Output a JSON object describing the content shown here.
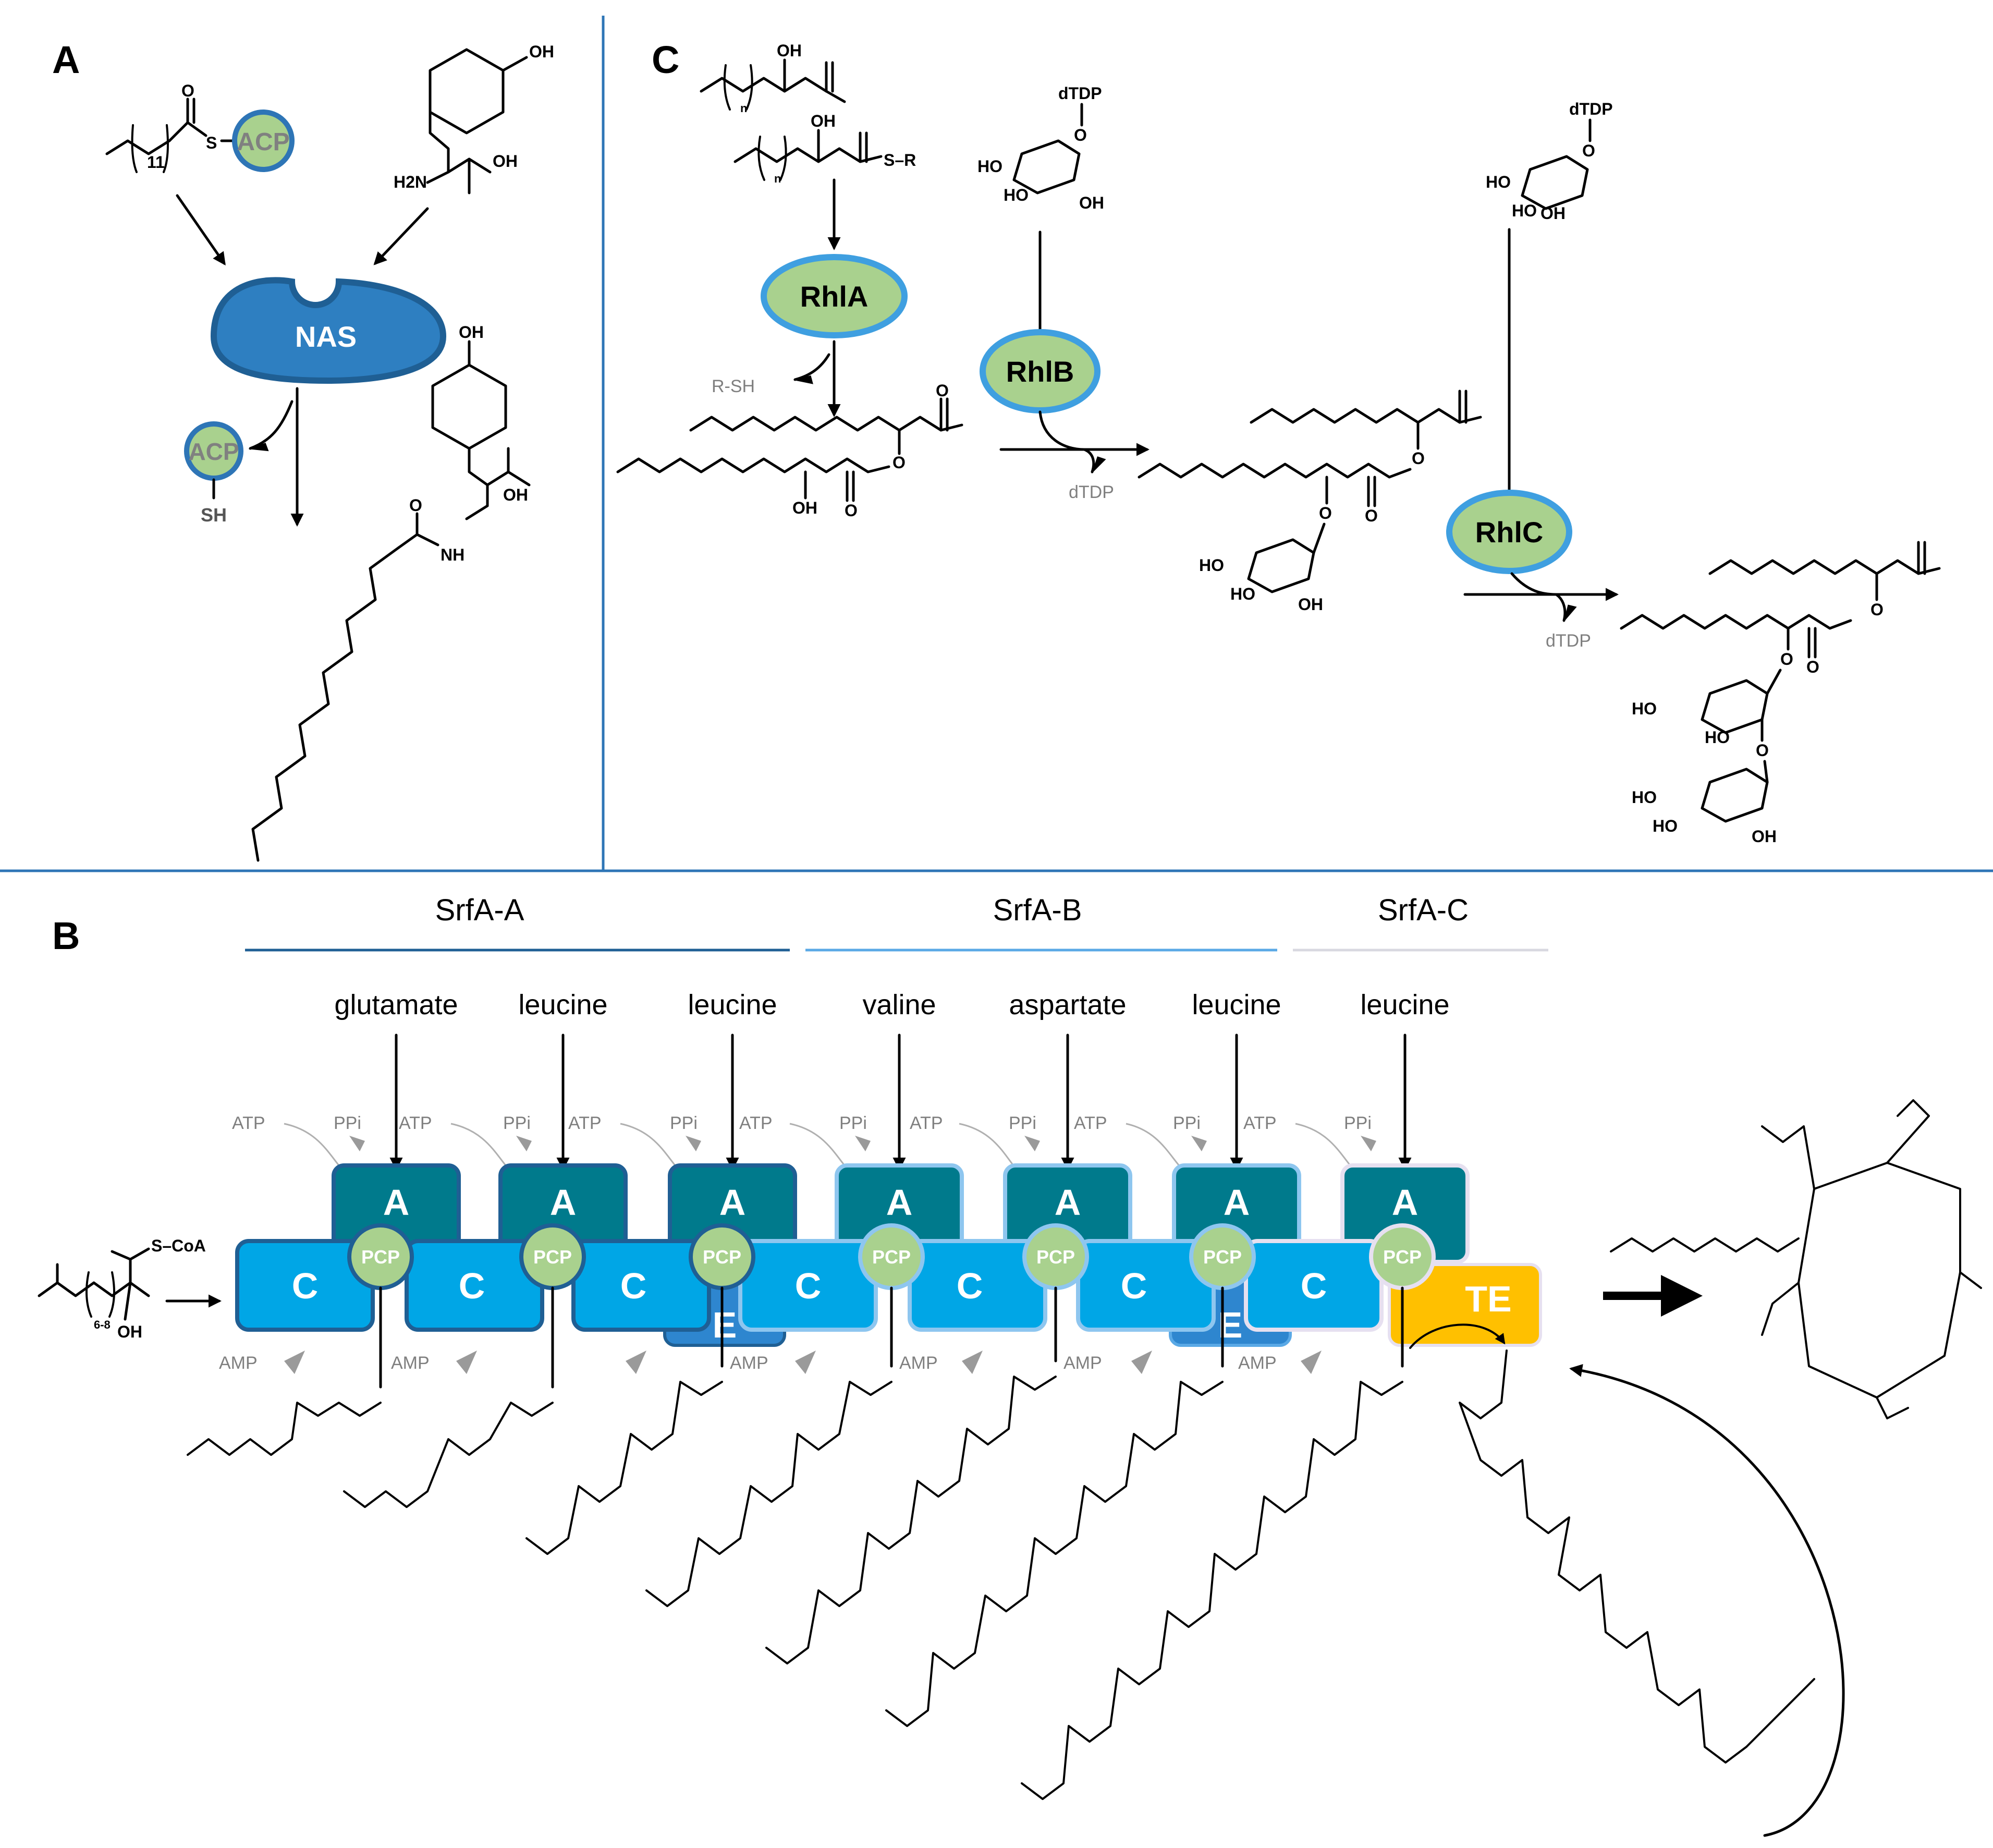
{
  "panels": {
    "A": {
      "label": "A",
      "enzyme": "NAS",
      "carrier": "ACP",
      "carrier_thiol": "SH",
      "atoms": {
        "s": "S",
        "h2n": "H2N",
        "oh": "OH",
        "cooh": "OH",
        "nh": "NH",
        "o": "O",
        "sub11": "11"
      }
    },
    "B": {
      "label": "B",
      "modules": [
        "SrfA-A",
        "SrfA-B",
        "SrfA-C"
      ],
      "amino_acids": [
        "glutamate",
        "leucine",
        "leucine",
        "valine",
        "aspartate",
        "leucine",
        "leucine"
      ],
      "domains": {
        "adenylation": "A",
        "peptidyl_carrier": "PCP",
        "condensation": "C",
        "epimerization": "E",
        "thioesterase": "TE"
      },
      "cofactors": {
        "atp": "ATP",
        "ppi": "PPi",
        "amp": "AMP"
      },
      "starter": {
        "thioester": "S–CoA",
        "oh": "OH",
        "chain_count": "6-8"
      }
    },
    "C": {
      "label": "C",
      "enzymes": [
        "RhlA",
        "RhlB",
        "RhlC"
      ],
      "byproducts": {
        "rsh": "R-SH",
        "dtdp1": "dTDP",
        "dtdp2": "dTDP"
      },
      "sugar_donor": "dTDP",
      "atoms": {
        "oh": "OH",
        "ho": "HO",
        "o": "O",
        "s_r": "S–R",
        "n": "n"
      }
    }
  },
  "colors": {
    "nas_fill": "#2e7fc1",
    "nas_edge": "#1f5f94",
    "carrier_fill": "#a9d18e",
    "carrier_edge": "#2e75b6",
    "rhl_fill": "#a9d18e",
    "rhl_edge": "#3f9fe0",
    "adenylation": "#007a8c",
    "condensation": "#00a6e6",
    "epimerization": "#2e86cf",
    "thioesterase": "#ffc000",
    "pcp_fill": "#a9d18e",
    "module_A_line": "#1f5f94",
    "module_B_line": "#5aa9e6",
    "module_C_line": "#d8d8e0",
    "divider": "#2e75b6"
  },
  "icons": [
    "arrow-icon",
    "curved-arrow-icon"
  ]
}
